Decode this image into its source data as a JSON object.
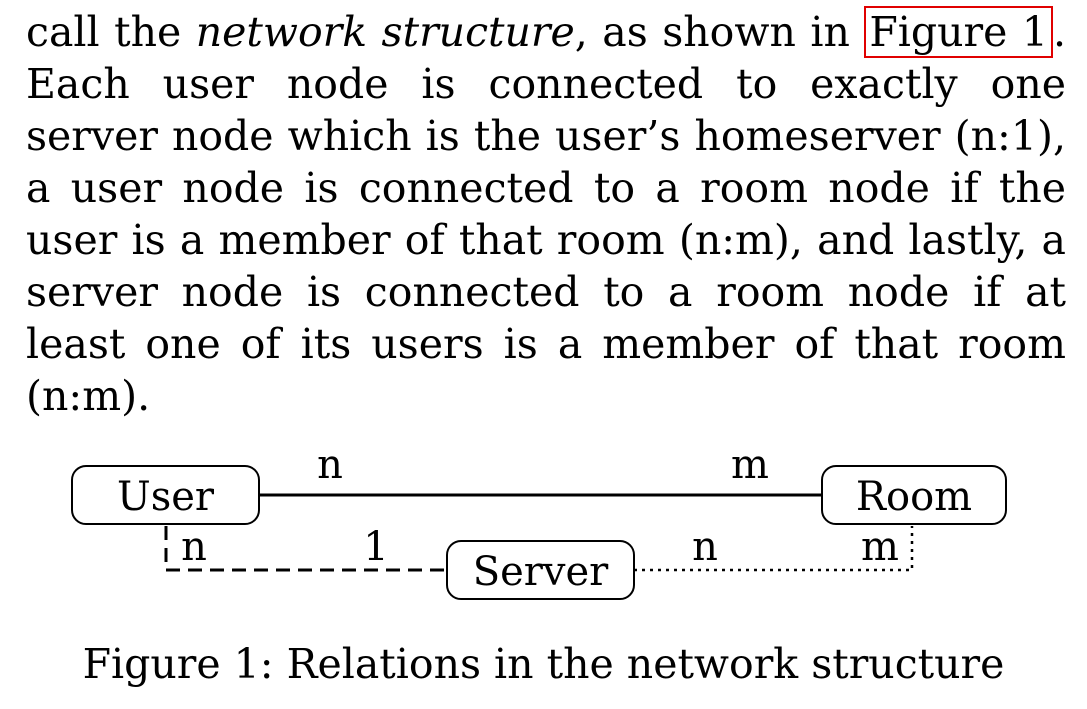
{
  "paragraph": {
    "part1": "call the ",
    "emphasis": "network structure",
    "part2": ", as shown in ",
    "ref_label": "Figure 1",
    "part3": ". Each user node is connected to exactly one server node which is the user’s homeserver (n:1), a user node is connected to a room node if the user is a member of that room (n:m), and lastly, a server node is connected to a room node if at least one of its users is a member of that room (n:m)."
  },
  "diagram": {
    "nodes": {
      "user": "User",
      "room": "Room",
      "server": "Server"
    },
    "edges": {
      "user_room": {
        "user_end": "n",
        "room_end": "m",
        "style": "solid"
      },
      "user_server": {
        "user_end": "n",
        "server_end": "1",
        "style": "dashed"
      },
      "server_room": {
        "server_end": "n",
        "room_end": "m",
        "style": "dotted"
      }
    },
    "ref_color": "#e00000"
  },
  "caption": {
    "text": "Figure 1: Relations in the network structure"
  }
}
